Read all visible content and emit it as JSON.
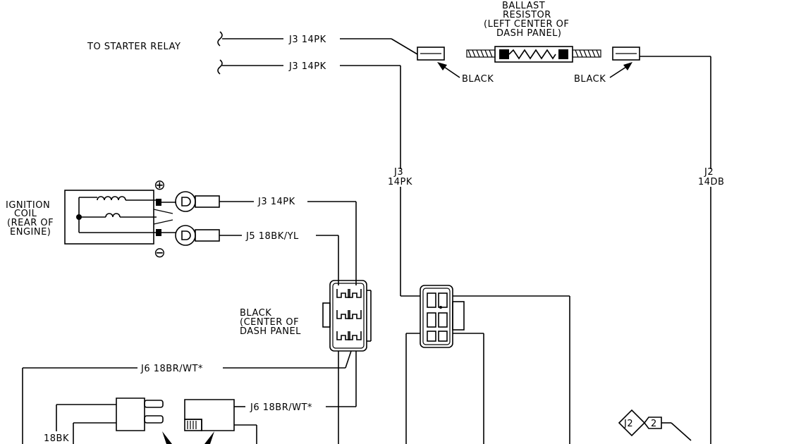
{
  "labels": {
    "to_starter_relay": "TO STARTER RELAY",
    "wire_j3_top1": "J3 14PK",
    "wire_j3_top2": "J3 14PK",
    "ballast_line1": "BALLAST",
    "ballast_line2": "RESISTOR",
    "ballast_line3": "(LEFT CENTER OF",
    "ballast_line4": "DASH PANEL)",
    "black_left": "BLACK",
    "black_right": "BLACK",
    "j3_vert_line1": "J3",
    "j3_vert_line2": "14PK",
    "j2_vert_line1": "J2",
    "j2_vert_line2": "14DB",
    "coil_line1": "IGNITION",
    "coil_line2": "COIL",
    "coil_line3": "(REAR OF",
    "coil_line4": "ENGINE)",
    "plus_symbol": "⊕",
    "minus_symbol": "⊖",
    "wire_j3_coil": "J3 14PK",
    "wire_j5": "J5 18BK/YL",
    "black_center_line1": "BLACK",
    "black_center_line2": "(CENTER OF",
    "black_center_line3": "DASH PANEL",
    "wire_j6_top": "J6 18BR/WT*",
    "wire_j6_mid": "J6 18BR/WT*",
    "wire_18bk": "18BK",
    "splice_j2": "J2",
    "splice_2": "2"
  }
}
